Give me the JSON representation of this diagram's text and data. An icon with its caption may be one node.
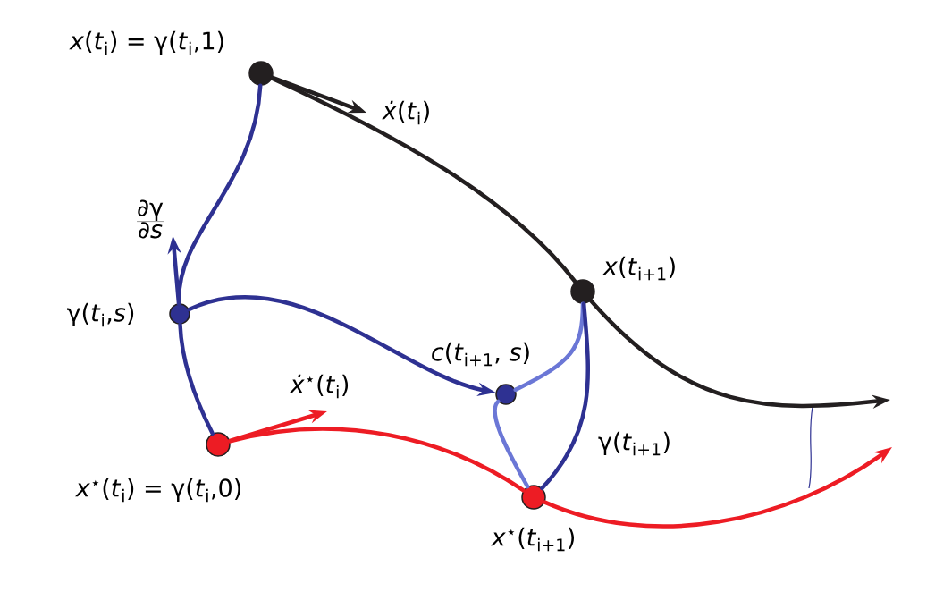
{
  "diagram": {
    "nodes": [
      {
        "text": [],
        "shape": "circle",
        "beside": [
          "*x*(*t*$_{i}$) = γ(*t*$_{i}$,1)"
        ]
      },
      {
        "text": [],
        "shape": "circle",
        "beside": [
          "γ(*t*$_{i}$,*s*)"
        ]
      },
      {
        "text": [],
        "shape": "circle",
        "beside": [
          "*x*$^{⋆}$(*t*$_{i}$) = γ(*t*$_{i}$,0)"
        ]
      },
      {
        "text": [],
        "shape": "circle",
        "beside": [
          "*c*(*t*$_{i+1}$, *s*)"
        ]
      },
      {
        "text": [],
        "shape": "circle",
        "beside": [
          "*x*(*t*$_{i+1}$)"
        ]
      },
      {
        "text": [],
        "shape": "circle",
        "beside": [
          "*x*$^{⋆}$(*t*$_{i+1}$)"
        ]
      },
      {
        "text": [
          "∂γ",
          "∂*s*"
        ]
      }
    ],
    "edges": [
      {
        "from": 0,
        "to": 4,
        "arrow": "none",
        "color": "#231f20"
      },
      {
        "from": 4,
        "to": null,
        "arrow": "to",
        "color": "#231f20"
      },
      {
        "from": 0,
        "to": null,
        "arrow": "to",
        "color": "#231f20",
        "label": "*ẋ*(*t*$_{i}$)"
      },
      {
        "from": 2,
        "to": 5,
        "arrow": "none",
        "color": "#ed1c24"
      },
      {
        "from": 5,
        "to": null,
        "arrow": "to",
        "color": "#ed1c24"
      },
      {
        "from": 2,
        "to": null,
        "arrow": "to",
        "color": "#ed1c24",
        "label": "*ẋ*$^{⋆}$(*t*$_{i}$)"
      },
      {
        "from": 2,
        "to": 1,
        "arrow": "none"
      },
      {
        "from": 1,
        "to": 0,
        "arrow": "none"
      },
      {
        "from": 1,
        "to": 6,
        "arrow": "to"
      },
      {
        "from": 1,
        "to": 3,
        "arrow": "to"
      },
      {
        "from": 5,
        "to": 3,
        "arrow": "none",
        "color": "#6b77d6"
      },
      {
        "from": 3,
        "to": 4,
        "arrow": "none",
        "color": "#6b77d6"
      },
      {
        "from": 5,
        "to": 4,
        "arrow": "none",
        "label": "γ(*t*$_{i+1}$)"
      }
    ]
  }
}
